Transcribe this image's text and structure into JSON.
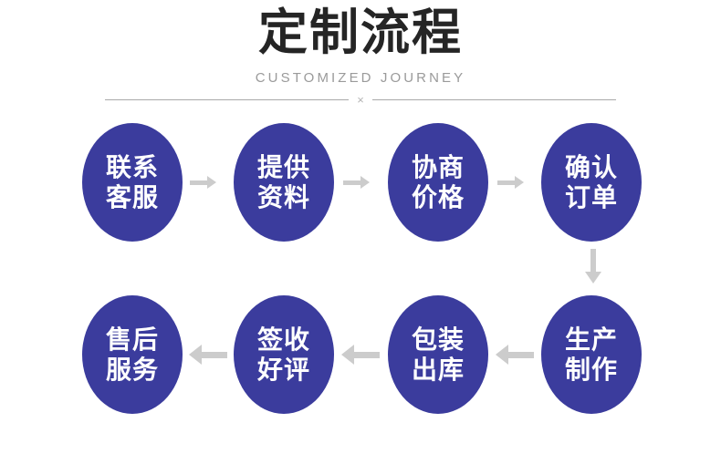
{
  "header": {
    "title": "定制流程",
    "subtitle": "CUSTOMIZED JOURNEY",
    "divider_symbol": "×"
  },
  "colors": {
    "node_fill": "#3b3c9d",
    "node_text": "#ffffff",
    "title_text": "#252525",
    "subtitle_text": "#9a9a9a",
    "arrow": "#cccccc",
    "divider": "#a9a9a9",
    "background": "#ffffff"
  },
  "flow": {
    "top_row": [
      {
        "line1": "联系",
        "line2": "客服"
      },
      {
        "line1": "提供",
        "line2": "资料"
      },
      {
        "line1": "协商",
        "line2": "价格"
      },
      {
        "line1": "确认",
        "line2": "订单"
      }
    ],
    "bottom_row": [
      {
        "line1": "售后",
        "line2": "服务"
      },
      {
        "line1": "签收",
        "line2": "好评"
      },
      {
        "line1": "包装",
        "line2": "出库"
      },
      {
        "line1": "生产",
        "line2": "制作"
      }
    ],
    "top_arrow_direction": "right",
    "bottom_arrow_direction": "left",
    "connector_direction": "down"
  }
}
